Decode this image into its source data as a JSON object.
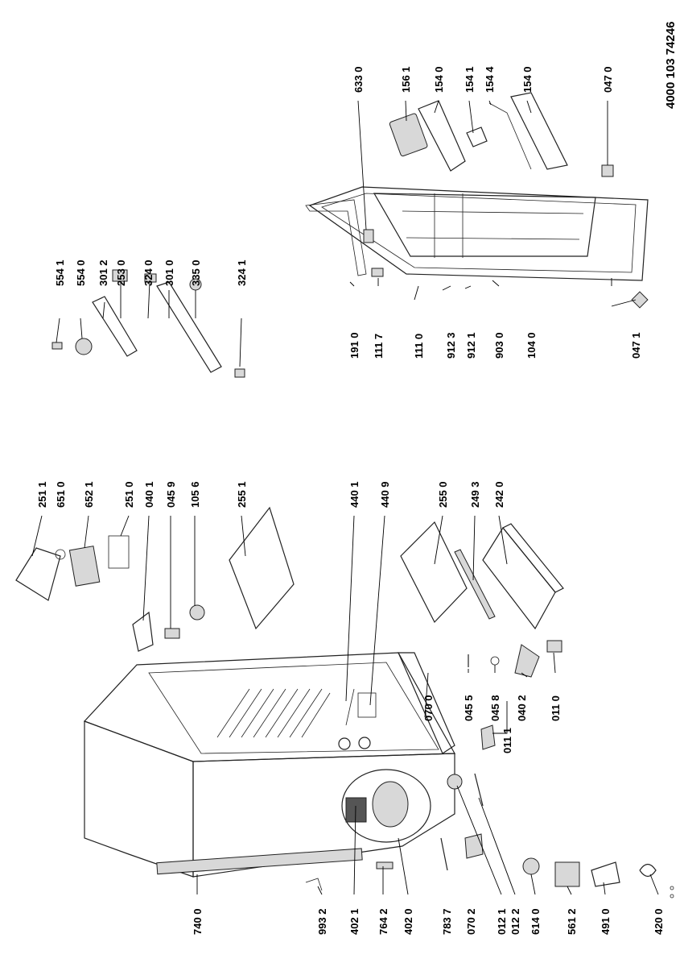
{
  "document_number": "4000 103 74246",
  "labels": {
    "p5541": "554 1",
    "p5540": "554 0",
    "p3012": "301 2",
    "p2530": "253 0",
    "p3240": "324 0",
    "p3010": "301 0",
    "p3350": "335 0",
    "p3241": "324 1",
    "p6330": "633 0",
    "p1561": "156 1",
    "p1540a": "154 0",
    "p1541": "154 1",
    "p1544": "154 4",
    "p1540b": "154 0",
    "p0470": "047 0",
    "p1910": "191 0",
    "p1117": "111 7",
    "p1110": "111 0",
    "p9123": "912 3",
    "p9121": "912 1",
    "p9030": "903 0",
    "p1040": "104 0",
    "p0471": "047 1",
    "p2511": "251 1",
    "p6510": "651 0",
    "p6521": "652 1",
    "p2510": "251 0",
    "p0401": "040 1",
    "p0459": "045 9",
    "p1056": "105 6",
    "p2551": "255 1",
    "p4401": "440 1",
    "p4409": "440 9",
    "p2550": "255 0",
    "p2493": "249 3",
    "p2420": "242 0",
    "p0700": "070 0",
    "p0455": "045 5",
    "p0458": "045 8",
    "p0402": "040 2",
    "p0111": "011 1",
    "p0110": "011 0",
    "p7400": "740 0",
    "p9932": "993 2",
    "p4021": "402 1",
    "p7642": "764 2",
    "p4020": "402 0",
    "p7837": "783 7",
    "p0702": "070 2",
    "p0121": "012 1",
    "p0122": "012 2",
    "p6140": "614 0",
    "p5612": "561 2",
    "p4910": "491 0",
    "p4200": "420 0"
  }
}
